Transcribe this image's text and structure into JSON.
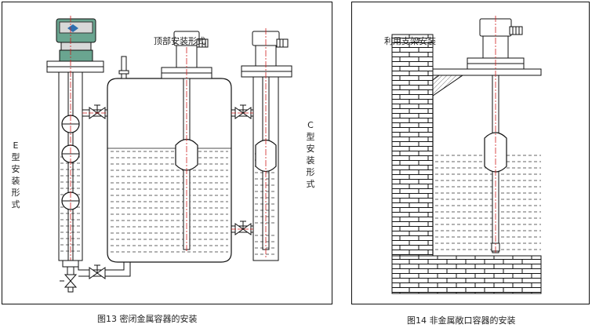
{
  "figure13": {
    "caption": "图13  密闭金属容器的安装",
    "label_top": "顶部安装形式",
    "label_e": "E型安装形式",
    "label_c": "C型安装形式"
  },
  "figure14": {
    "caption": "图14  非金属敞口容器的安装",
    "label_bracket": "利用支架安装"
  },
  "colors": {
    "line": "#111111",
    "centerline": "#d02020",
    "head_green": "#6aa590",
    "head_blue": "#2d6fb0",
    "head_gray": "#d8d8d8"
  }
}
